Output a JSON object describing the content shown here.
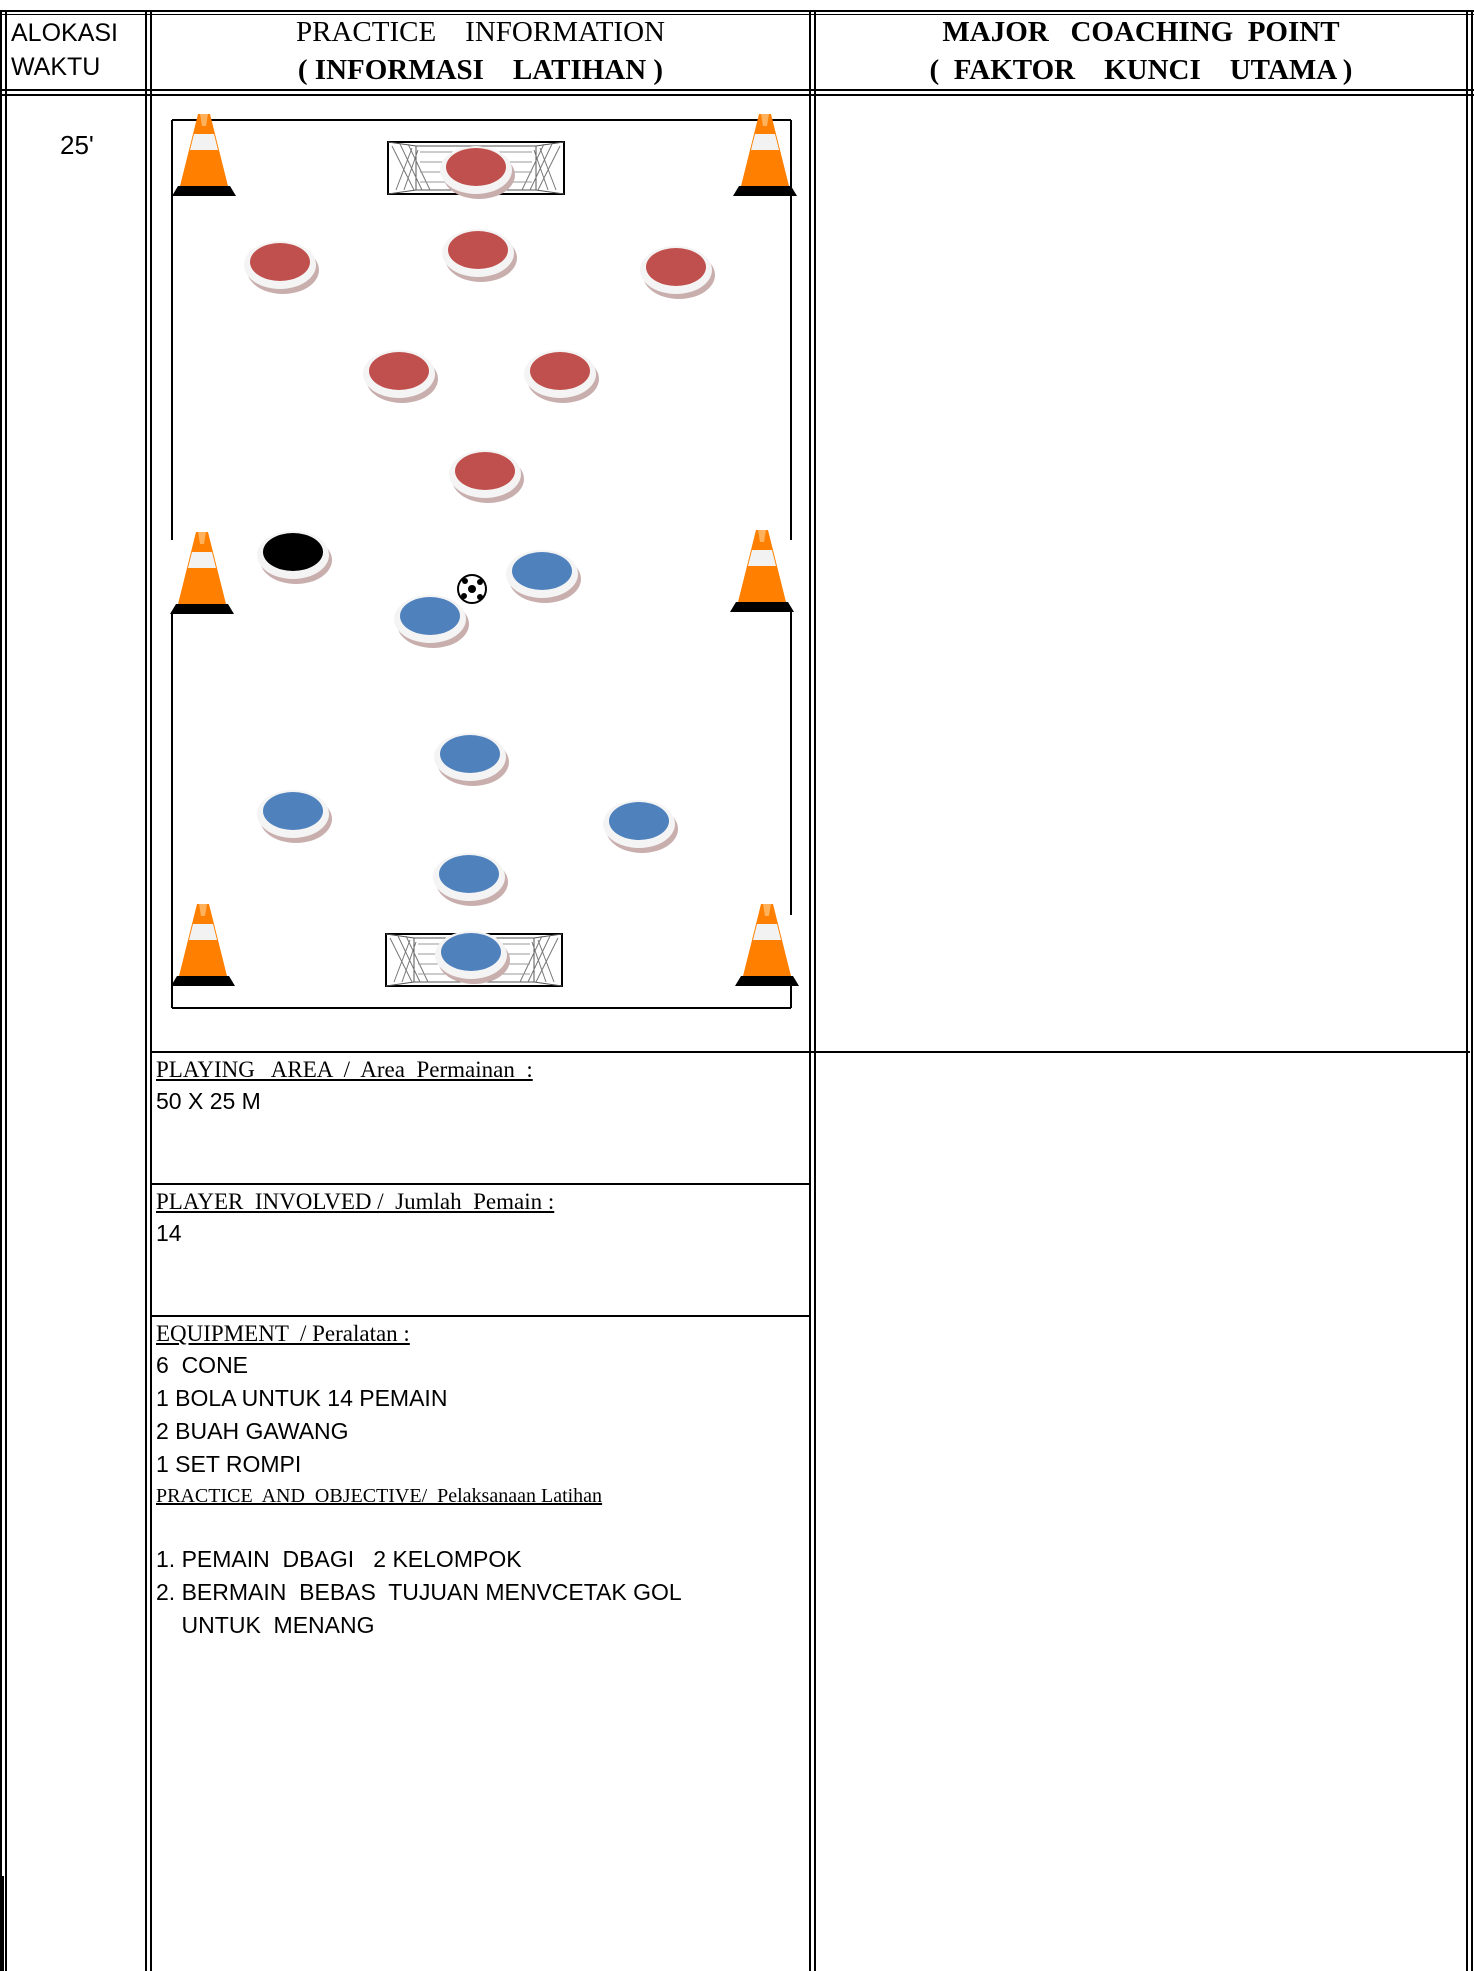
{
  "header": {
    "time_col": [
      "ALOKASI",
      "WAKTU"
    ],
    "practice": {
      "line1": "PRACTICE    INFORMATION",
      "line2": "( INFORMASI    LATIHAN )"
    },
    "coaching": {
      "line1": "MAJOR   COACHING  POINT",
      "line2": "(  FAKTOR    KUNCI    UTAMA )"
    }
  },
  "time_value": "25'",
  "playing_area": {
    "label": "PLAYING   AREA  /  Area  Permainan  :",
    "value": "50 X 25 M"
  },
  "players": {
    "label": "PLAYER  INVOLVED /  Jumlah  Pemain :",
    "value": "14"
  },
  "equipment": {
    "label": "EQUIPMENT  / Peralatan :",
    "items": [
      "6  CONE",
      "1 BOLA UNTUK 14 PEMAIN",
      "2 BUAH GAWANG",
      "1 SET ROMPI"
    ]
  },
  "practice_objective": {
    "label": "PRACTICE  AND  OBJECTIVE/  Pelaksanaan Latihan",
    "items": [
      "1. PEMAIN  DBAGI   2 KELOMPOK",
      "2. BERMAIN  BEBAS  TUJUAN MENVCETAK GOL",
      "    UNTUK  MENANG"
    ]
  },
  "diagram": {
    "colors": {
      "team_a": "#c0504d",
      "team_b": "#4f81bd",
      "neutral": "#000000",
      "cone": "#ff7f00"
    },
    "icons": [
      "cone-icon",
      "goal-icon",
      "ball-icon",
      "player-marker-icon"
    ]
  }
}
